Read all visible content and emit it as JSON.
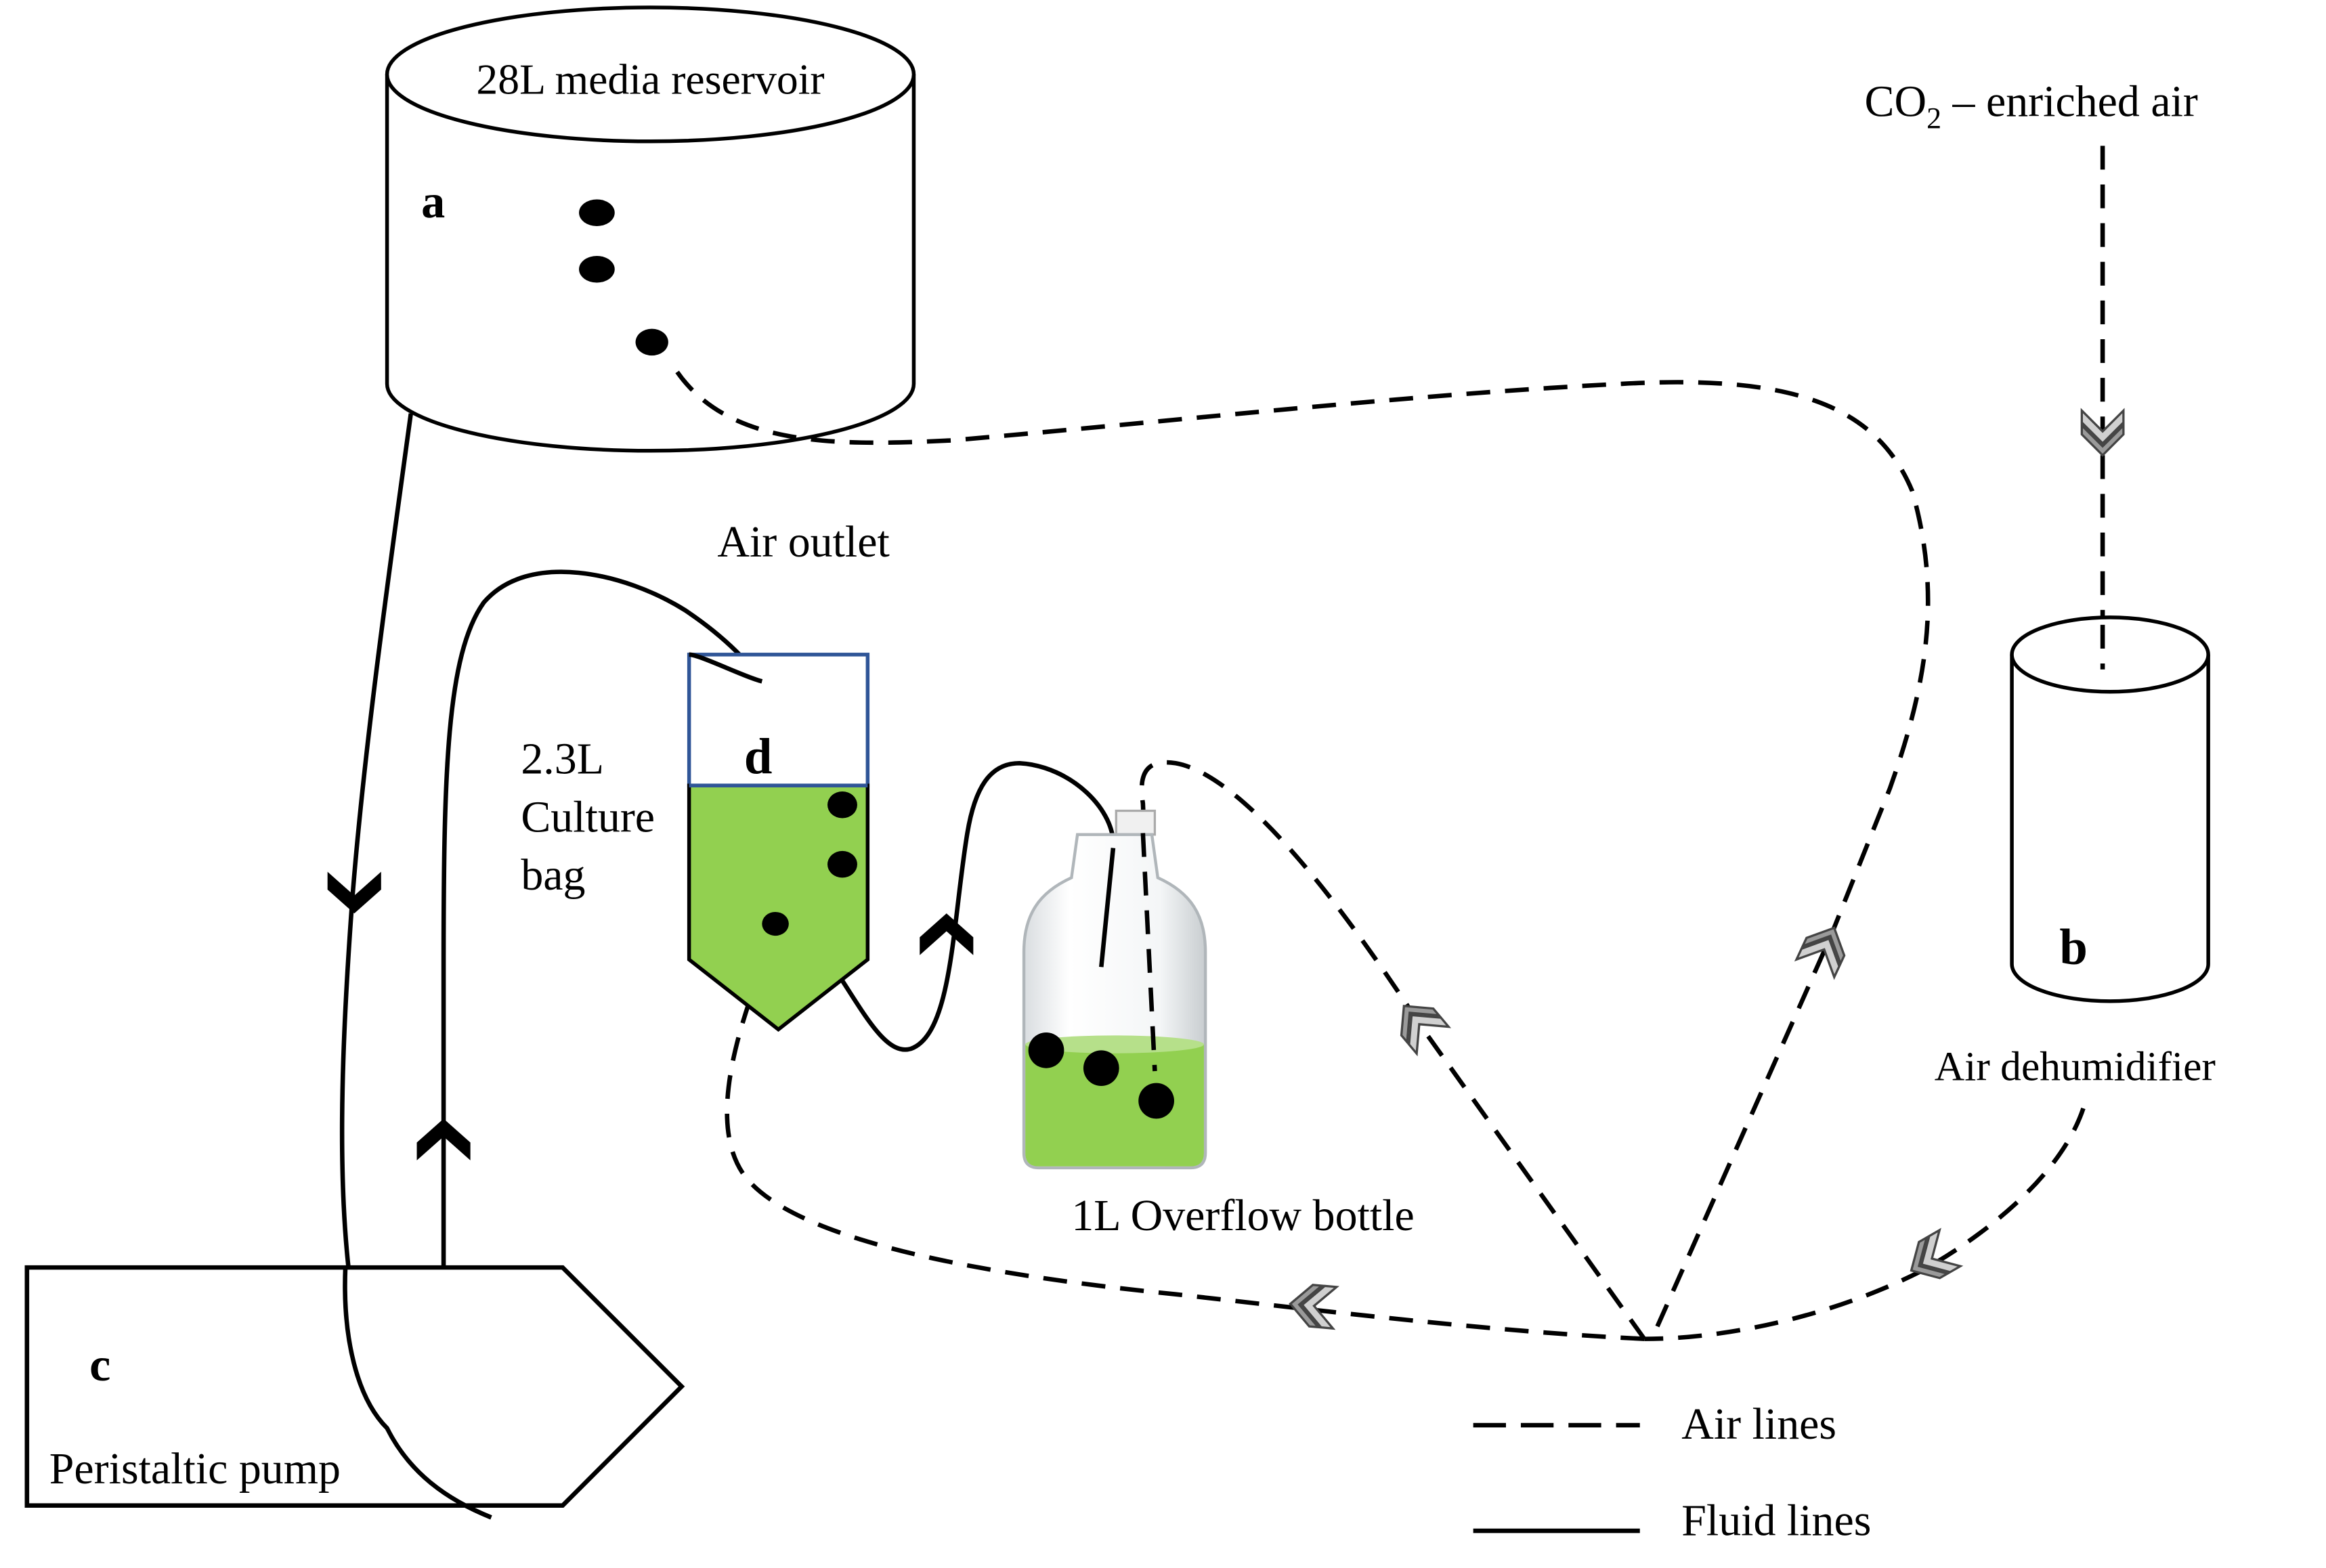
{
  "components": {
    "reservoir": {
      "title": "28L media reservoir",
      "letter": "a"
    },
    "co2": {
      "label_prefix": "CO",
      "label_sub": "2",
      "label_suffix": " – enriched air"
    },
    "dehumidifier": {
      "letter": "b",
      "label": "Air dehumidifier"
    },
    "pump": {
      "letter": "c",
      "label": "Peristaltic pump"
    },
    "air_outlet": {
      "label": "Air outlet"
    },
    "culture_bag": {
      "letter": "d",
      "line1": "2.3L",
      "line2": "Culture",
      "line3": "bag",
      "fill_color": "#92d050",
      "border_color": "#2f5597"
    },
    "overflow_bottle": {
      "label": "1L Overflow bottle",
      "liquid_color": "#92d050"
    }
  },
  "legend": {
    "air_lines": "Air lines",
    "fluid_lines": "Fluid lines"
  }
}
